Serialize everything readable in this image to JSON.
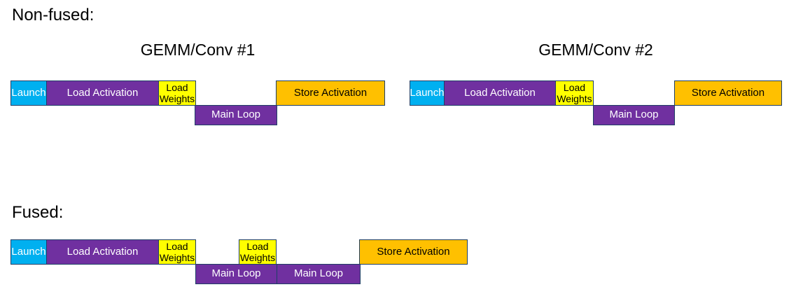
{
  "headings": {
    "nonfused": "Non-fused:",
    "fused": "Fused:"
  },
  "nonfused": {
    "gemm1": {
      "title": "GEMM/Conv #1",
      "launch": "Launch",
      "load_activation": "Load Activation",
      "load_weights": "Load Weights",
      "main_loop": "Main Loop",
      "store_activation": "Store Activation"
    },
    "gemm2": {
      "title": "GEMM/Conv #2",
      "launch": "Launch",
      "load_activation": "Load Activation",
      "load_weights": "Load Weights",
      "main_loop": "Main Loop",
      "store_activation": "Store Activation"
    }
  },
  "fused": {
    "launch": "Launch",
    "load_activation": "Load Activation",
    "load_weights_1": "Load Weights",
    "main_loop_1": "Main Loop",
    "load_weights_2": "Load Weights",
    "main_loop_2": "Main Loop",
    "store_activation": "Store Activation"
  },
  "colors": {
    "launch_fill": "#00B0F0",
    "load_fill": "#7030A0",
    "weights_fill": "#FFFF00",
    "store_fill": "#FFC000",
    "box_border": "#1F3F66",
    "light_text": "#FFFFFF",
    "dark_text": "#000000",
    "background": "#FFFFFF"
  }
}
